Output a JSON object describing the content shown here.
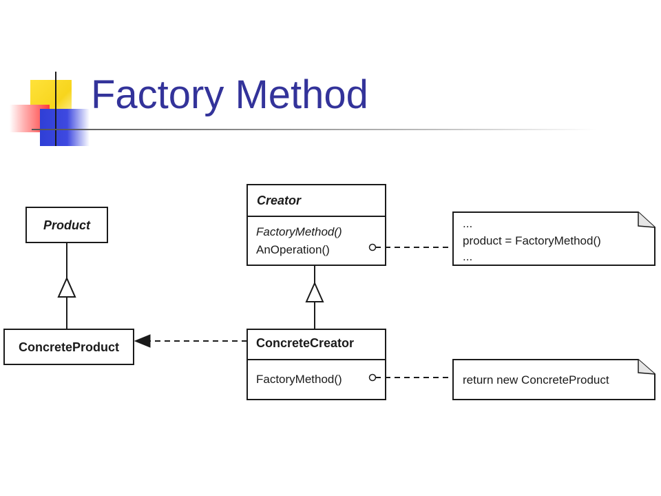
{
  "slide": {
    "title": "Factory Method"
  },
  "diagram": {
    "classes": {
      "product": {
        "name": "Product"
      },
      "concrete_product": {
        "name": "ConcreteProduct"
      },
      "creator": {
        "name": "Creator",
        "operations": [
          "FactoryMethod()",
          "AnOperation()"
        ]
      },
      "concrete_creator": {
        "name": "ConcreteCreator",
        "operations": [
          "FactoryMethod()"
        ]
      }
    },
    "notes": {
      "creator_note": [
        "...",
        "product = FactoryMethod()",
        "..."
      ],
      "concrete_creator_note": [
        "return new ConcreteProduct"
      ]
    }
  }
}
